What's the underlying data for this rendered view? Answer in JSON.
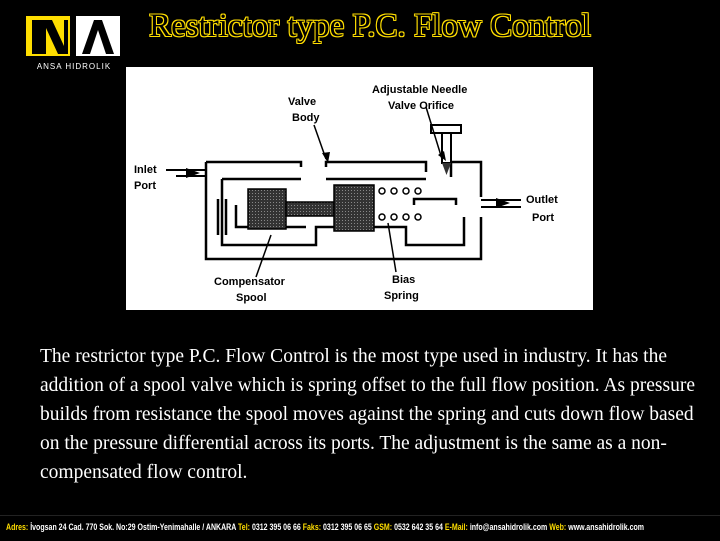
{
  "title": "Restrictor type P.C. Flow Control",
  "logo": {
    "text": "ANSA HIDROLIK",
    "mark": "NA"
  },
  "diagram": {
    "labels": {
      "valve_body_1": "Valve",
      "valve_body_2": "Body",
      "needle_1": "Adjustable Needle",
      "needle_2": "Valve Orifice",
      "inlet_1": "Inlet",
      "inlet_2": "Port",
      "outlet_1": "Outlet",
      "outlet_2": "Port",
      "spool_1": "Compensator",
      "spool_2": "Spool",
      "spring_1": "Bias",
      "spring_2": "Spring"
    }
  },
  "body_text": "The restrictor type P.C. Flow Control is the most type used in industry.  It has the addition of a spool valve which is spring offset to the full flow position.  As pressure builds from resistance the spool moves against the spring and cuts down flow based on the pressure differential across its ports.  The adjustment is the same as a non-compensated flow control.",
  "footer": {
    "address_key": "Adres:",
    "address": "İvogsan 24 Cad. 770 Sok. No:29 Ostim-Yenimahalle / ANKARA",
    "tel_key": "Tel:",
    "tel": "0312 395 06 66",
    "fax_key": "Faks:",
    "fax": "0312 395 06 65",
    "gsm_key": "GSM:",
    "gsm": "0532 642 35 64",
    "email_key": "E-Mail:",
    "email": "info@ansahidrolik.com",
    "web_key": "Web:",
    "web": "www.ansahidrolik.com"
  }
}
